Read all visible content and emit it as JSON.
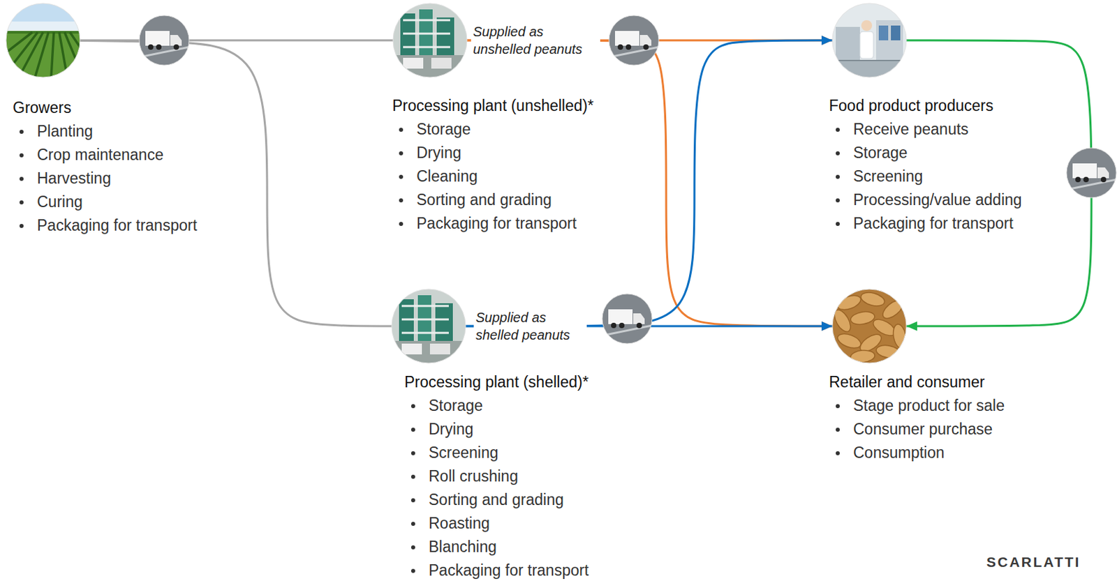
{
  "diagram": {
    "nodes": [
      {
        "text": [
          "Growers",
          "Planting",
          "Crop maintenance",
          "Harvesting",
          "Curing",
          "Packaging for transport"
        ]
      },
      {
        "text": [
          "Processing plant (unshelled)*",
          "Storage",
          "Drying",
          "Cleaning",
          "Sorting and grading",
          "Packaging for transport"
        ]
      },
      {
        "text": [
          "Food product producers",
          "Receive peanuts",
          "Storage",
          "Screening",
          "Processing/value adding",
          "Packaging for transport"
        ]
      },
      {
        "text": [
          "Processing plant (shelled)*",
          "Storage",
          "Drying",
          "Screening",
          "Roll crushing",
          "Sorting and grading",
          "Roasting",
          "Blanching",
          "Packaging for transport"
        ]
      },
      {
        "text": [
          "Retailer and consumer",
          "Stage product for sale",
          "Consumer purchase",
          "Consumption"
        ]
      }
    ],
    "edges": [
      {
        "from": 0,
        "to": 1,
        "arrow": "none"
      },
      {
        "from": 0,
        "to": 3,
        "arrow": "none"
      },
      {
        "from": 1,
        "to": 2,
        "label": "Supplied as unshelled peanuts",
        "arrow": "to"
      },
      {
        "from": 1,
        "to": 4,
        "arrow": "to"
      },
      {
        "from": 3,
        "to": 2,
        "arrow": "to"
      },
      {
        "from": 3,
        "to": 4,
        "label": "Supplied as shelled peanuts",
        "arrow": "to"
      },
      {
        "from": 2,
        "to": 4,
        "arrow": "to"
      }
    ],
    "labels": [
      "SCARLATTI"
    ]
  }
}
